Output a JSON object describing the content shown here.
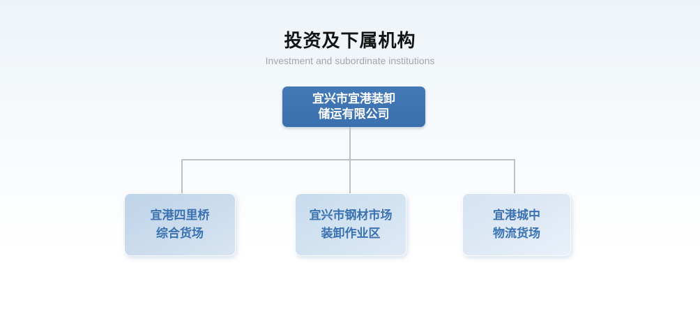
{
  "header": {
    "title": "投资及下属机构",
    "subtitle": "Investment and subordinate institutions"
  },
  "chart_data": {
    "type": "org-tree",
    "root": {
      "name": "宜兴市宜港装卸储运有限公司",
      "line1": "宜兴市宜港装卸",
      "line2": "储运有限公司"
    },
    "children": [
      {
        "name": "宜港四里桥综合货场",
        "line1": "宜港四里桥",
        "line2": "综合货场"
      },
      {
        "name": "宜兴市钢材市场装卸作业区",
        "line1": "宜兴市钢材市场",
        "line2": "装卸作业区"
      },
      {
        "name": "宜港城中物流货场",
        "line1": "宜港城中",
        "line2": "物流货场"
      }
    ]
  },
  "colors": {
    "root_box": "#3d74b2",
    "child_box_1": "#c6d9ec",
    "child_box_2": "#d0e0f0",
    "child_box_3": "#dde8f4",
    "child_text": "#3a71b1",
    "connector": "#bcc0c3",
    "title_text": "#141414",
    "subtitle_text": "#a2a6aa"
  }
}
